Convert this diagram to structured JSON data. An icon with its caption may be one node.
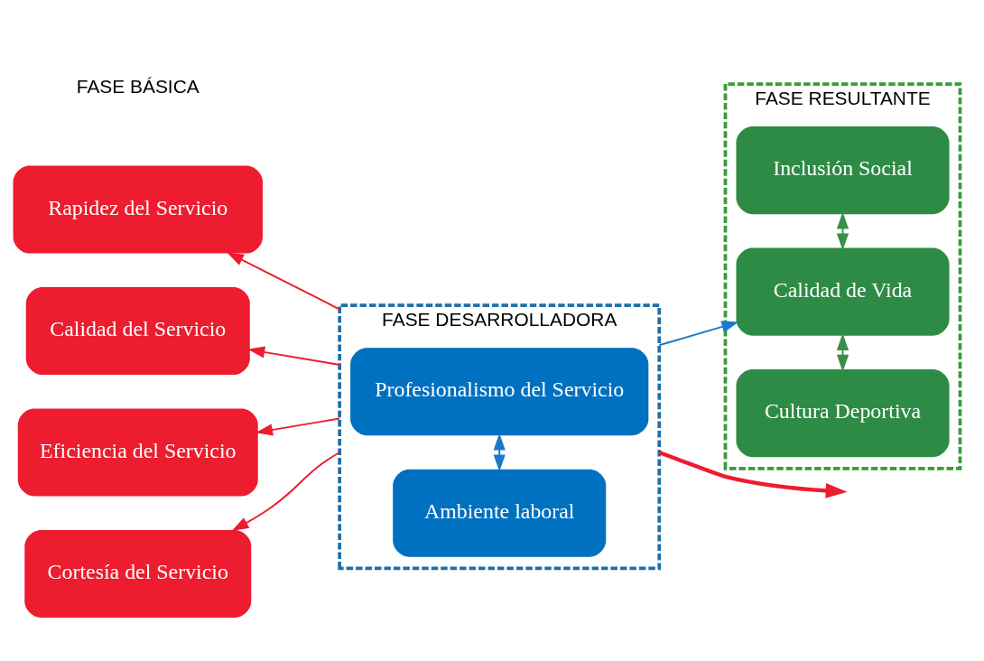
{
  "diagram": {
    "nodes": [
      {
        "text": [
          "Rapidez del Servicio"
        ]
      },
      {
        "text": [
          "Calidad del Servicio"
        ]
      },
      {
        "text": [
          "Eficiencia del Servicio"
        ]
      },
      {
        "text": [
          "Cortesía del Servicio"
        ]
      },
      {
        "text": [
          "FASE DESARROLLADORA"
        ]
      },
      {
        "text": [
          "Ambiente laboral"
        ],
        "in": 4
      },
      {
        "text": [
          "Profesionalismo del Servicio"
        ],
        "in": 4
      },
      {
        "text": [
          "FASE RESULTANTE"
        ]
      },
      {
        "text": [
          "Cultura Deportiva"
        ],
        "in": 7
      },
      {
        "text": [
          "Calidad de Vida"
        ],
        "in": 7
      },
      {
        "text": [
          "Inclusión Social"
        ],
        "in": 7
      }
    ],
    "edges": [
      {
        "from": 4,
        "to": 0,
        "arrow": "to",
        "color": "#ed1c2e"
      },
      {
        "from": 4,
        "to": 1,
        "arrow": "to",
        "color": "#ed1c2e"
      },
      {
        "from": 4,
        "to": 2,
        "arrow": "to",
        "color": "#ed1c2e"
      },
      {
        "from": 4,
        "to": 3,
        "arrow": "to",
        "color": "#ed1c2e"
      },
      {
        "from": 4,
        "to": null,
        "arrow": "to",
        "style": "thick",
        "color": "#ed1c2e"
      },
      {
        "from": 5,
        "to": 6,
        "arrow": "both",
        "color": "#1a7ac8"
      },
      {
        "from": 4,
        "to": 9,
        "arrow": "to",
        "color": "#1a7ac8"
      },
      {
        "from": 8,
        "to": 9,
        "arrow": "both",
        "color": "#3a8f4a"
      },
      {
        "from": 9,
        "to": 10,
        "arrow": "both",
        "color": "#3a8f4a"
      }
    ],
    "labels": [
      "FASE BÁSICA"
    ]
  }
}
